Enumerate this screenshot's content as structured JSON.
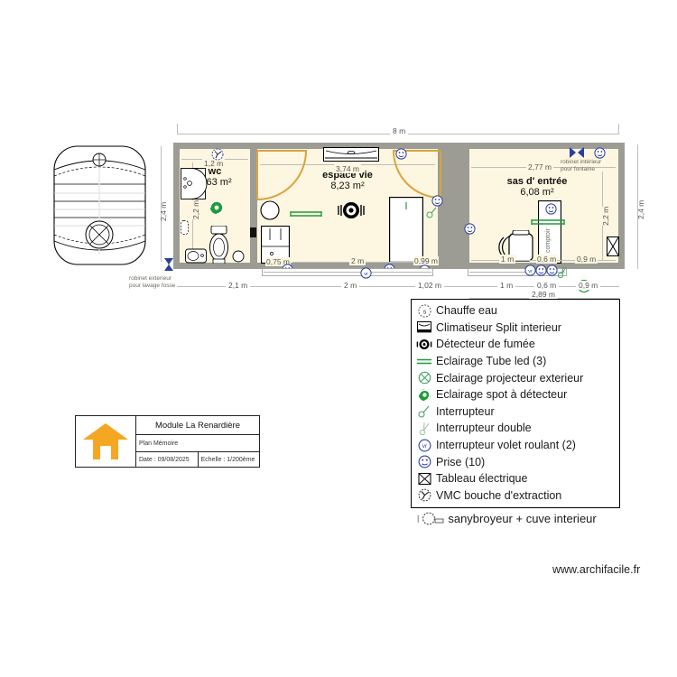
{
  "plan": {
    "top_dimension": "8 m",
    "left_height_dimension": "2,4 m",
    "right_height_dimension": "2,4 m",
    "tank_note": "robinet exterieur\npour lavage fosse",
    "tank_note_line1": "robinet exterieur",
    "tank_note_line2": "pour lavage fosse",
    "fountain_note_line1": "robinet intérieur",
    "fountain_note_line2": "pour fontaine"
  },
  "rooms": [
    {
      "id": "wc",
      "name": "wc",
      "area": "2,63 m²",
      "width_dim": "1,2 m",
      "height_dim": "2,2 m"
    },
    {
      "id": "espacevie",
      "name": "espace vie",
      "area": "8,23 m²",
      "width_dim": "3,74 m",
      "height_dim": ""
    },
    {
      "id": "sas",
      "name": "sas d' entrée",
      "area": "6,08 m²",
      "width_dim": "2,77 m",
      "height_dim": "2,2 m"
    }
  ],
  "inner_dims": {
    "wc_inner": "0,75 m",
    "espace_inner": "2 m",
    "espace_right": "0,99 m",
    "sas_a": "1 m",
    "sas_b": "0,6 m",
    "sas_c": "0,9 m"
  },
  "bottom_dims": {
    "seg1": "2,1 m",
    "seg2": "2 m",
    "seg3": "1,02 m",
    "seg4": "1 m",
    "seg5": "0,6 m",
    "seg6": "0,9 m",
    "total_right": "2,89 m"
  },
  "furniture": {
    "counter_label": "comptoir"
  },
  "legend": {
    "items": [
      {
        "icon": "water-heater-icon",
        "label": "Chauffe eau"
      },
      {
        "icon": "air-conditioner-icon",
        "label": "Climatiseur Split interieur"
      },
      {
        "icon": "smoke-detector-icon",
        "label": "Détecteur de fumée"
      },
      {
        "icon": "led-tube-icon",
        "label": "Eclairage Tube led  (3)"
      },
      {
        "icon": "exterior-projector-icon",
        "label": "Eclairage projecteur exterieur"
      },
      {
        "icon": "motion-spot-icon",
        "label": "Eclairage spot à détecteur"
      },
      {
        "icon": "switch-icon",
        "label": "Interrupteur"
      },
      {
        "icon": "double-switch-icon",
        "label": "Interrupteur double"
      },
      {
        "icon": "roller-shutter-switch-icon",
        "label": "Interrupteur volet roulant (2)"
      },
      {
        "icon": "outlet-icon",
        "label": "Prise (10)"
      },
      {
        "icon": "electrical-panel-icon",
        "label": "Tableau électrique"
      },
      {
        "icon": "vmc-extraction-icon",
        "label": "VMC bouche d'extraction"
      }
    ],
    "extra": {
      "icon": "sanybroyeur-icon",
      "label": "sanybroyeur + cuve interieur"
    }
  },
  "title_block": {
    "project": "Module La Renardière",
    "subtitle": "Plan Mémoire",
    "date": "Date : 09/08/2025",
    "scale": "Echelle : 1/200ème"
  },
  "footer": {
    "site": "www.archifacile.fr"
  },
  "colors": {
    "room_fill": "#fdf6e0",
    "wall": "#9c9c94",
    "door_swing": "#d9a441",
    "green": "#1f9c3a",
    "blue": "#2b3fa0",
    "accent_orange": "#f5a623"
  }
}
